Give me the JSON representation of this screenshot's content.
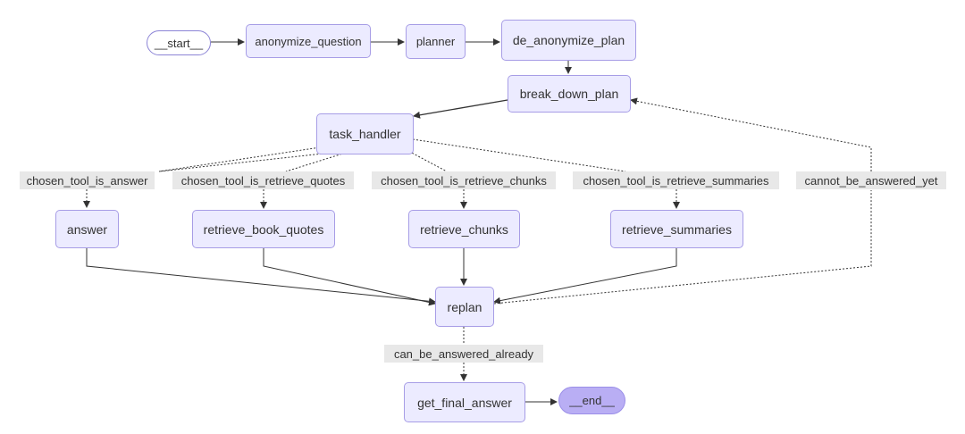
{
  "nodes": {
    "start": "__start__",
    "anonymize_question": "anonymize_question",
    "planner": "planner",
    "de_anonymize_plan": "de_anonymize_plan",
    "break_down_plan": "break_down_plan",
    "task_handler": "task_handler",
    "answer": "answer",
    "retrieve_book_quotes": "retrieve_book_quotes",
    "retrieve_chunks": "retrieve_chunks",
    "retrieve_summaries": "retrieve_summaries",
    "replan": "replan",
    "get_final_answer": "get_final_answer",
    "end": "__end__"
  },
  "edge_labels": {
    "chosen_tool_is_answer": "chosen_tool_is_answer",
    "chosen_tool_is_retrieve_quotes": "chosen_tool_is_retrieve_quotes",
    "chosen_tool_is_retrieve_chunks": "chosen_tool_is_retrieve_chunks",
    "chosen_tool_is_retrieve_summaries": "chosen_tool_is_retrieve_summaries",
    "cannot_be_answered_yet": "cannot_be_answered_yet",
    "can_be_answered_already": "can_be_answered_already"
  },
  "colors": {
    "node_fill": "#ECEBFF",
    "node_border": "#A79DE6",
    "end_fill": "#B9AEF4",
    "edge": "#333333",
    "label_bg": "#E8E8E8"
  }
}
